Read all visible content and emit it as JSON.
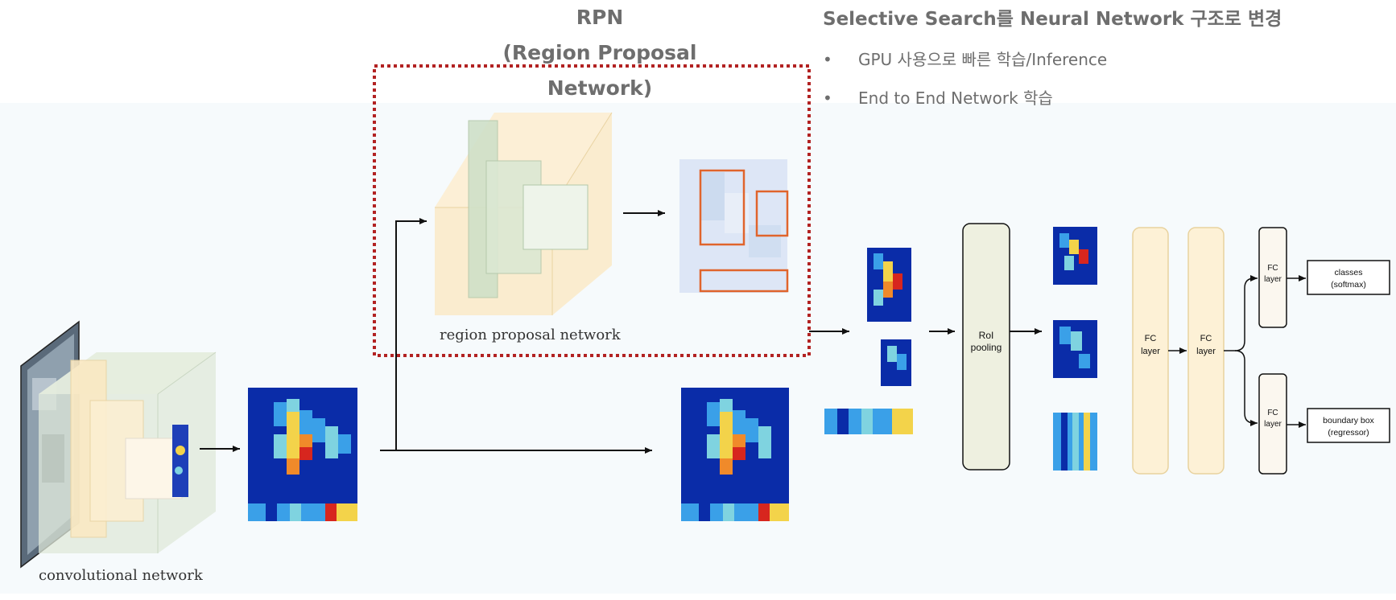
{
  "rpn_title": {
    "line1": "RPN",
    "line2": "(Region Proposal Network)"
  },
  "notes": {
    "title": "Selective Search를 Neural Network 구조로 변경",
    "bullets": [
      "GPU 사용으로 빠른 학습/Inference",
      "End to End Network 학습"
    ],
    "bullet_marker": "•"
  },
  "diagram": {
    "conv_label": "convolutional network",
    "rpn_label": "region proposal network",
    "roi_pooling": [
      "RoI",
      "pooling"
    ],
    "fc_layer": [
      "FC",
      "layer"
    ],
    "classes_box": [
      "classes",
      "(softmax)"
    ],
    "boundary_box": [
      "boundary box",
      "(regressor)"
    ]
  },
  "colors": {
    "title_gray": "#6e6e6e",
    "rpn_dashed_border": "#b22222",
    "proposal_box": "#e0642c",
    "fc_fill": "#fdf1d6",
    "roi_fill": "#eef0e0",
    "heat_low": "#0a2ca8",
    "heat_high": "#d7261e"
  }
}
